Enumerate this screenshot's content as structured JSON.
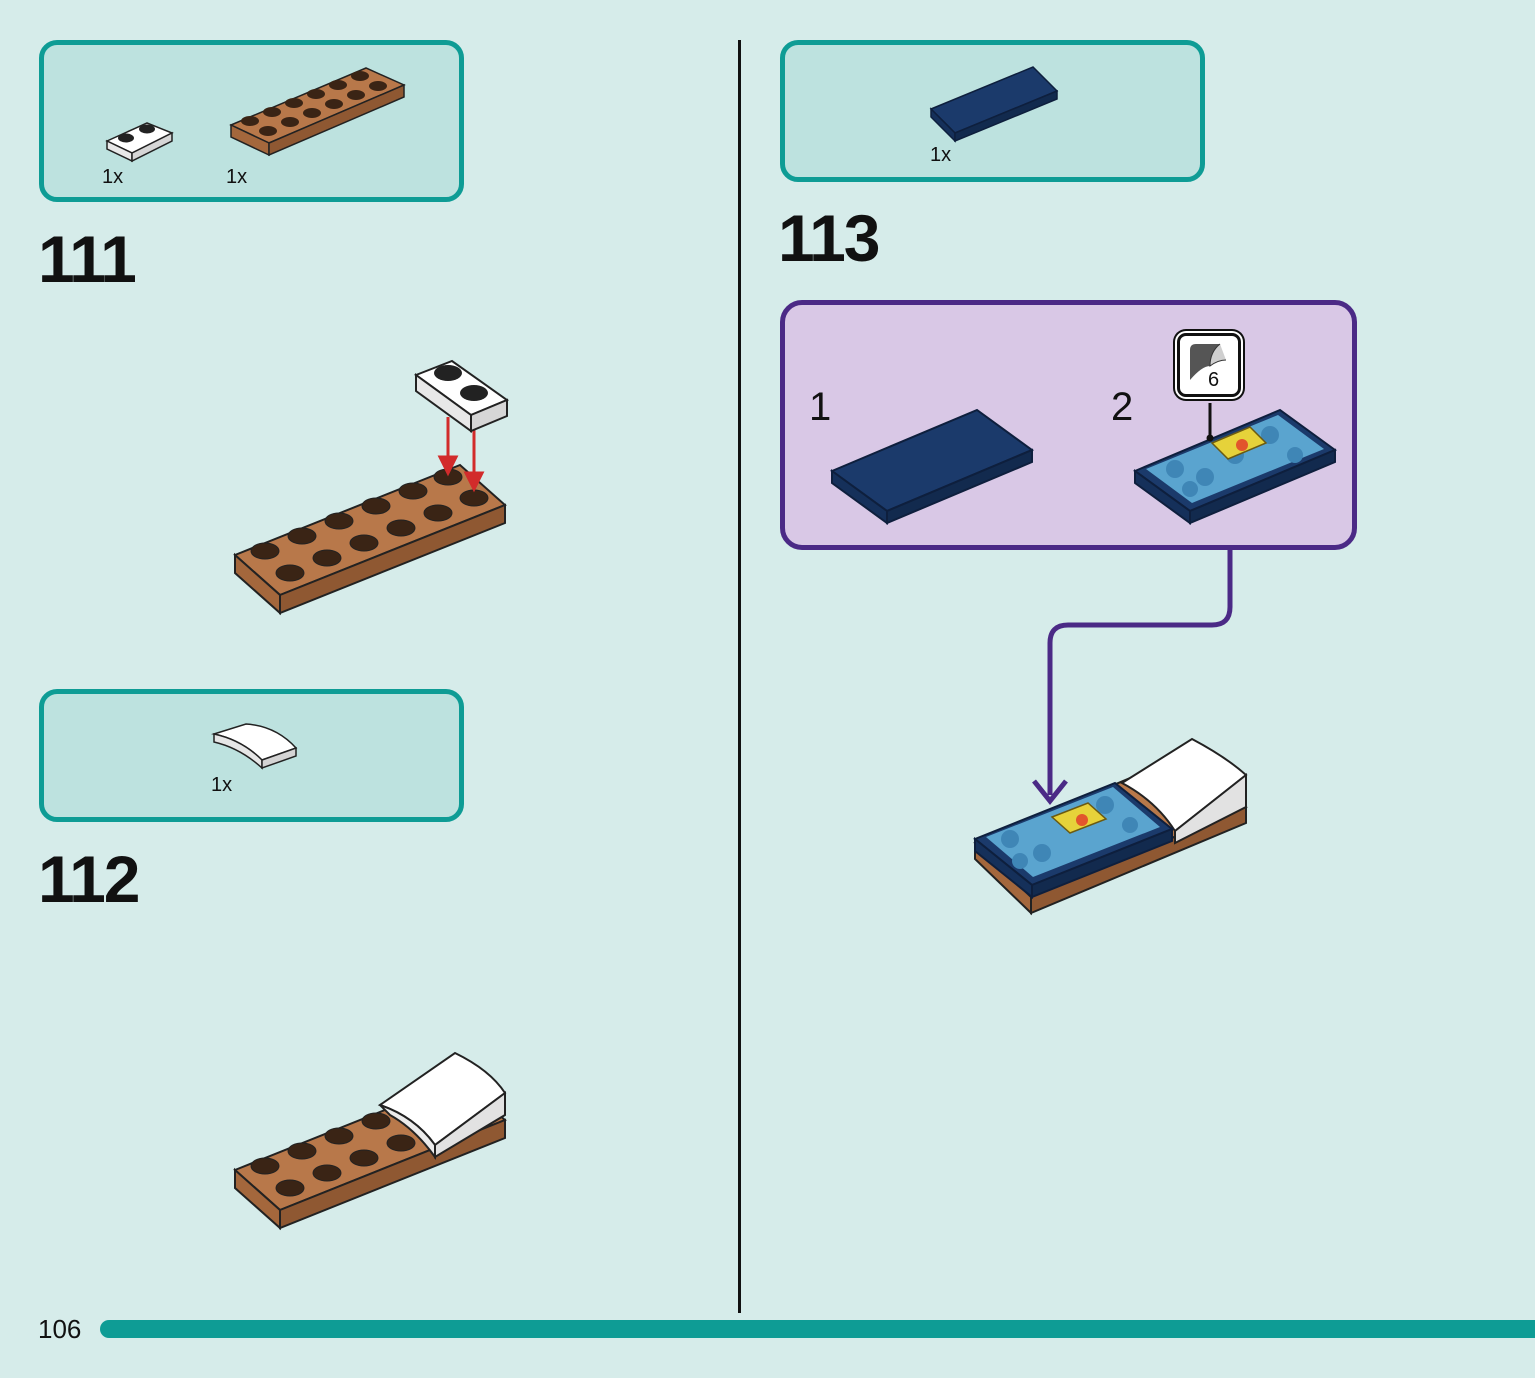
{
  "page": {
    "number": "106"
  },
  "colors": {
    "background": "#d6ecea",
    "parts_box_border": "#0e9c95",
    "parts_box_fill": "#bde2df",
    "sub_box_border": "#4b2a86",
    "sub_box_fill": "#d9c8e6",
    "brick_brown": "#b8784a",
    "brick_dark_blue": "#1b3a6b",
    "arrow_red": "#d22b2b",
    "progress_bar": "#0e9c95"
  },
  "steps": [
    {
      "number": "111",
      "parts": [
        {
          "name": "white-plate-1x2",
          "qty": "1x"
        },
        {
          "name": "brown-plate-2x6",
          "qty": "1x"
        }
      ]
    },
    {
      "number": "112",
      "parts": [
        {
          "name": "white-curved-slope-2x2",
          "qty": "1x"
        }
      ]
    },
    {
      "number": "113",
      "parts": [
        {
          "name": "dark-blue-tile-2x4",
          "qty": "1x"
        }
      ],
      "substeps": [
        {
          "number": "1"
        },
        {
          "number": "2",
          "sticker": "6"
        }
      ]
    }
  ]
}
